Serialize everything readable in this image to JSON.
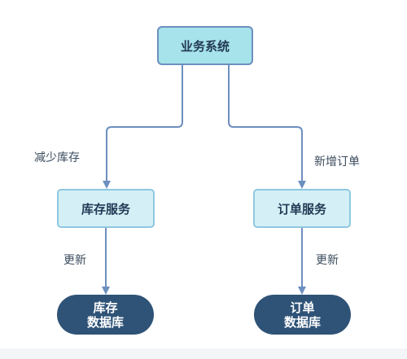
{
  "nodes": {
    "business_system": "业务系统",
    "inventory_service": "库存服务",
    "order_service": "订单服务",
    "inventory_db": {
      "line1": "库存",
      "line2": "数据库"
    },
    "order_db": {
      "line1": "订单",
      "line2": "数据库"
    }
  },
  "edges": {
    "to_inventory_service": "减少库存",
    "to_order_service": "新增订单",
    "inventory_update": "更新",
    "order_update": "更新"
  },
  "colors": {
    "top_fill": "#a6e3ea",
    "service_fill": "#d4f0f6",
    "db_fill": "#2f5377",
    "edge_stroke": "#6d8fbf"
  }
}
